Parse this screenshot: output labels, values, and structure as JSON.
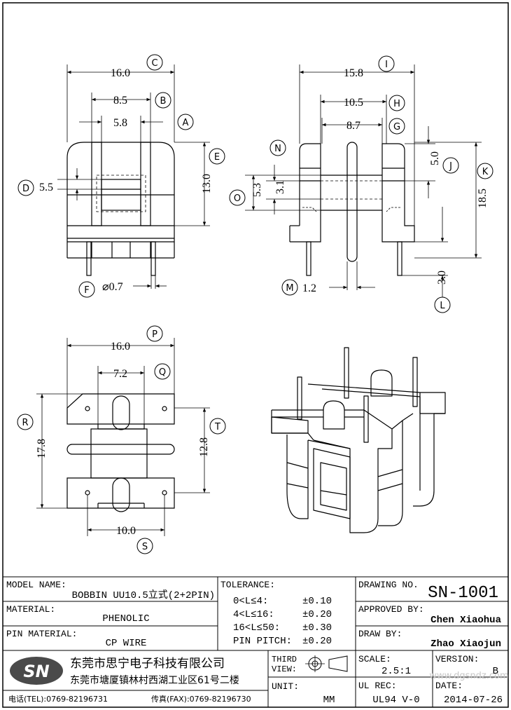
{
  "drawing": {
    "front_view": {
      "width": "16.0",
      "pin_row_outer": "8.5",
      "pin_row_inner": "5.8",
      "core_window": "5.5",
      "height": "13.0",
      "pin_diameter": "⌀0.7",
      "callouts": [
        "C",
        "B",
        "A",
        "E",
        "D",
        "F"
      ]
    },
    "side_view": {
      "width": "15.8",
      "inner_width": "10.5",
      "flange_gap": "8.7",
      "top_section": "5.0",
      "winding_height": "5.3",
      "core_height": "3.1",
      "total_height": "18.5",
      "pin_length": "3.0",
      "flange_thickness": "1.2",
      "callouts": [
        "I",
        "H",
        "G",
        "N",
        "J",
        "K",
        "O",
        "M",
        "L"
      ]
    },
    "bottom_view": {
      "width": "16.0",
      "slot_width": "7.2",
      "depth": "17.8",
      "inner_depth": "12.8",
      "pin_pitch": "10.0",
      "callouts": [
        "P",
        "Q",
        "R",
        "T",
        "S"
      ]
    }
  },
  "title_block": {
    "model_name_label": "MODEL NAME:",
    "model_name": "BOBBIN UU10.5立式(2+2PIN)",
    "material_label": "MATERIAL:",
    "material": "PHENOLIC",
    "pin_material_label": "PIN MATERIAL:",
    "pin_material": "CP WIRE",
    "tolerance_label": "TOLERANCE:",
    "tolerances": [
      {
        "range": "0<L≤4:",
        "value": "±0.10"
      },
      {
        "range": "4<L≤16:",
        "value": "±0.20"
      },
      {
        "range": "16<L≤50:",
        "value": "±0.30"
      },
      {
        "range": "PIN PITCH:",
        "value": "±0.20"
      }
    ],
    "drawing_no_label": "DRAWING NO.",
    "drawing_no": "SN-1001",
    "approved_by_label": "APPROVED BY:",
    "approved_by": "Chen Xiaohua",
    "draw_by_label": "DRAW BY:",
    "draw_by": "Zhao Xiaojun",
    "logo_text": "SN",
    "company_name": "东莞市思宁电子科技有限公司",
    "company_address": "东莞市塘厦镇林村西湖工业区61号二楼",
    "tel": "电话(TEL):0769-82196731",
    "fax": "传真(FAX):0769-82196730",
    "third_view_label": "THIRD\nVIEW:",
    "unit_label": "UNIT:",
    "unit": "MM",
    "scale_label": "SCALE:",
    "scale": "2.5:1",
    "version_label": "VERSION:",
    "version": "B",
    "ul_rec_label": "UL REC:",
    "ul_rec": "UL94 V-0",
    "date_label": "DATE:",
    "date": "2014-07-26",
    "watermark": "www.dgsndz.com"
  }
}
